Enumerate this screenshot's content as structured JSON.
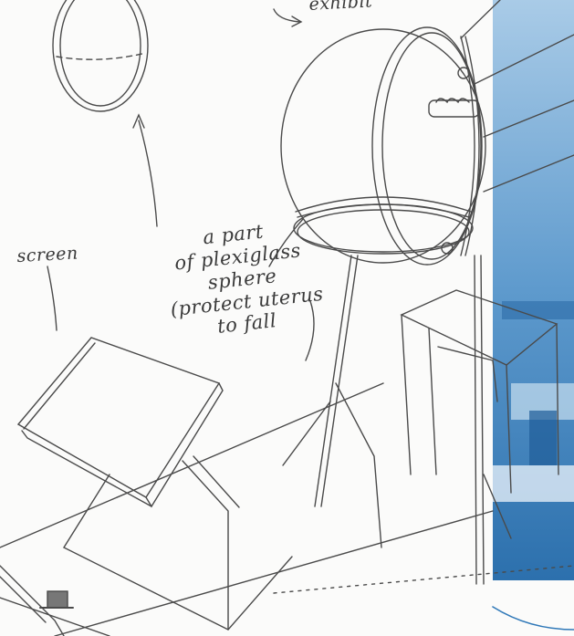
{
  "labels": {
    "exhibit": "exhibit",
    "screen": "screen",
    "part_lines": [
      "a part",
      "of plexiglass",
      "sphere",
      "(protect uterus",
      "to fall"
    ]
  },
  "colors": {
    "pencil": "#4a4a4a",
    "photo_blue": "#2f78b8",
    "photo_light": "#9cc3e3",
    "paper": "#fbfbfa"
  }
}
